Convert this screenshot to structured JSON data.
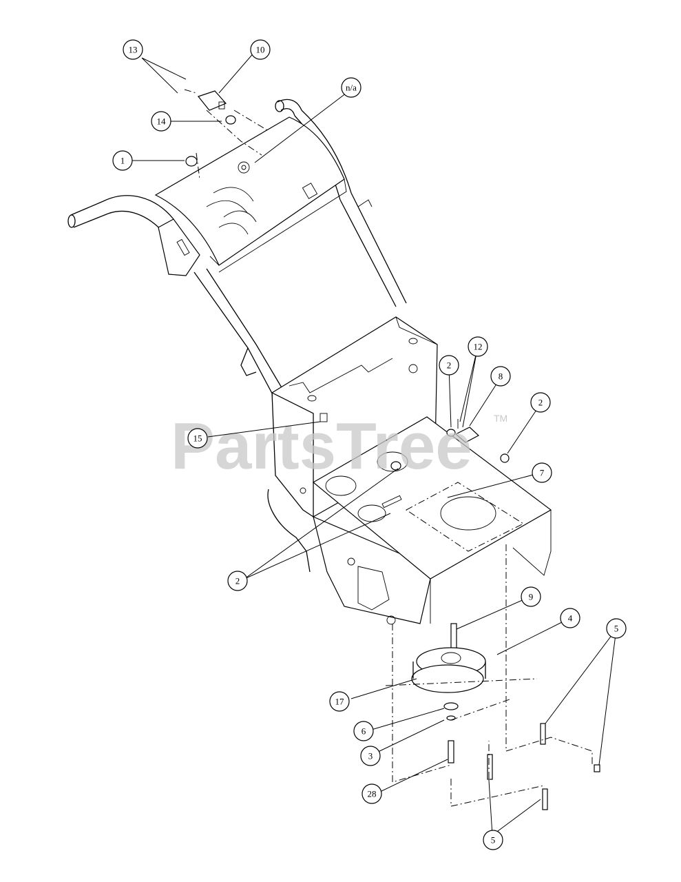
{
  "watermark": {
    "text": "PartsTree",
    "trademark": "TM"
  },
  "callouts": [
    {
      "id": "c13",
      "label": "13"
    },
    {
      "id": "c10",
      "label": "10"
    },
    {
      "id": "cna",
      "label": "n/a"
    },
    {
      "id": "c14",
      "label": "14"
    },
    {
      "id": "c1",
      "label": "1"
    },
    {
      "id": "c12",
      "label": "12"
    },
    {
      "id": "c8",
      "label": "8"
    },
    {
      "id": "c2a",
      "label": "2"
    },
    {
      "id": "c2b",
      "label": "2"
    },
    {
      "id": "c15",
      "label": "15"
    },
    {
      "id": "c7",
      "label": "7"
    },
    {
      "id": "c2c",
      "label": "2"
    },
    {
      "id": "c9",
      "label": "9"
    },
    {
      "id": "c4",
      "label": "4"
    },
    {
      "id": "c5a",
      "label": "5"
    },
    {
      "id": "c17",
      "label": "17"
    },
    {
      "id": "c6",
      "label": "6"
    },
    {
      "id": "c3",
      "label": "3"
    },
    {
      "id": "c28",
      "label": "28"
    },
    {
      "id": "c5b",
      "label": "5"
    }
  ]
}
